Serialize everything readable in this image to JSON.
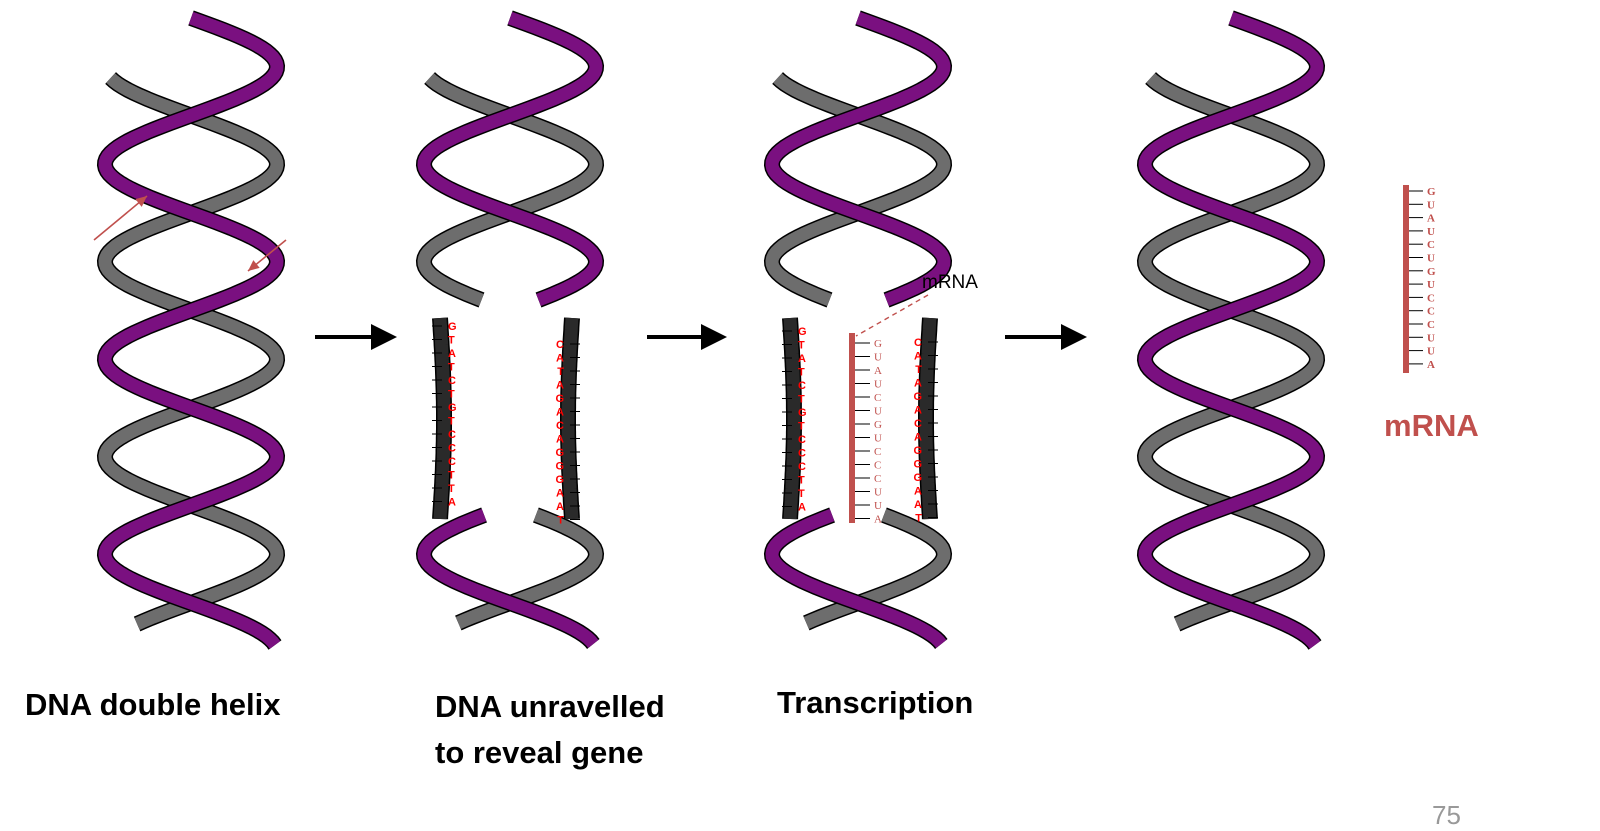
{
  "captions": {
    "panel1": "DNA double helix",
    "panel2_line1": "DNA unravelled",
    "panel2_line2": "to reveal gene",
    "panel3": "Transcription"
  },
  "labels": {
    "mrna_small": "mRNA",
    "mrna_large": "mRNA"
  },
  "sequences": {
    "gene_strand": [
      "G",
      "T",
      "A",
      "T",
      "C",
      "T",
      "G",
      "T",
      "C",
      "C",
      "C",
      "T",
      "T",
      "A"
    ],
    "complement_strand": [
      "C",
      "A",
      "T",
      "A",
      "G",
      "A",
      "C",
      "A",
      "G",
      "G",
      "G",
      "A",
      "A",
      "T"
    ],
    "mrna": [
      "G",
      "U",
      "A",
      "U",
      "C",
      "U",
      "G",
      "U",
      "C",
      "C",
      "C",
      "U",
      "U",
      "A"
    ]
  },
  "slide_number": "75",
  "colors": {
    "purple_strand": "#7a1080",
    "gray_strand": "#6d6d6d",
    "base_letters": "#ff0000",
    "mrna": "#c0504d",
    "arrow": "#000000"
  }
}
